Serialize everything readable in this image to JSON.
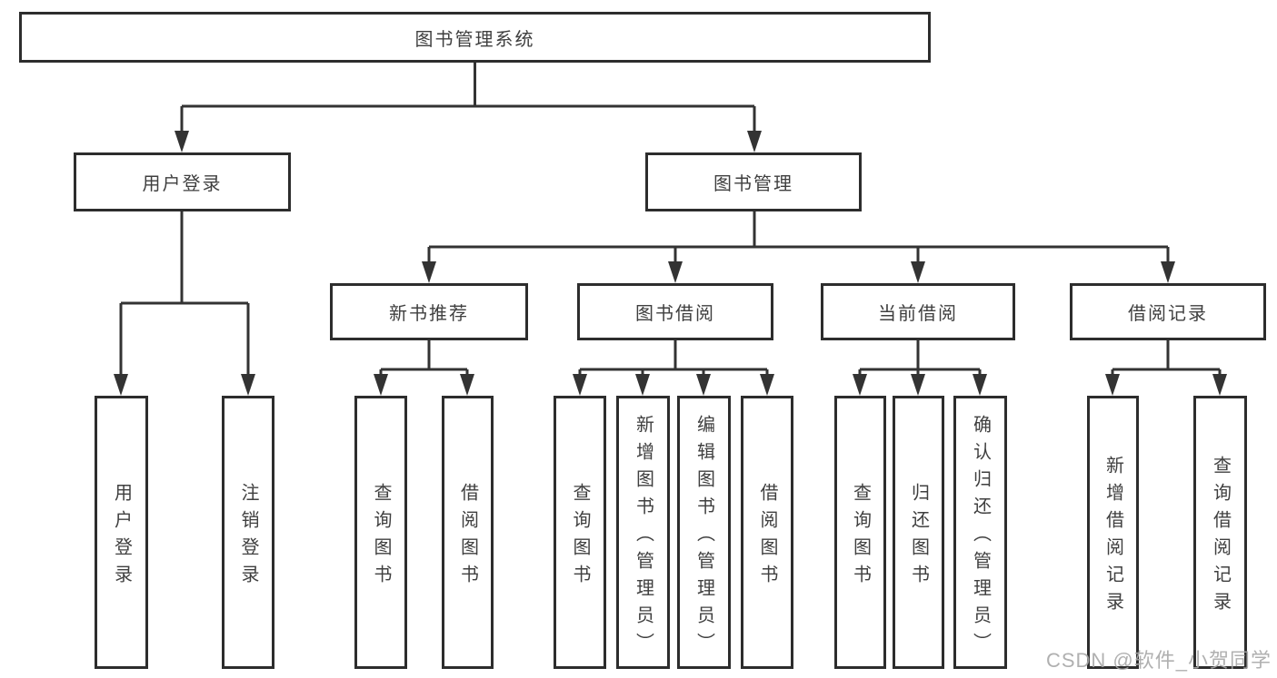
{
  "tree": {
    "root": {
      "label": "图书管理系统"
    },
    "branches": [
      {
        "label": "用户登录",
        "leaves": [
          "用户登录",
          "注销登录"
        ]
      },
      {
        "label": "图书管理",
        "groups": [
          {
            "label": "新书推荐",
            "leaves": [
              "查询图书",
              "借阅图书"
            ]
          },
          {
            "label": "图书借阅",
            "leaves": [
              "查询图书",
              "新增图书（管理员）",
              "编辑图书（管理员）",
              "借阅图书"
            ]
          },
          {
            "label": "当前借阅",
            "leaves": [
              "查询图书",
              "归还图书",
              "确认归还（管理员）"
            ]
          },
          {
            "label": "借阅记录",
            "leaves": [
              "新增借阅记录",
              "查询借阅记录"
            ]
          }
        ]
      }
    ]
  },
  "watermark": "CSDN @软件_小贺同学",
  "colors": {
    "line": "#333333",
    "border": "#2d2d2d",
    "text": "#3f3f3f",
    "watermark": "#a8a8a8",
    "background": "#ffffff"
  }
}
